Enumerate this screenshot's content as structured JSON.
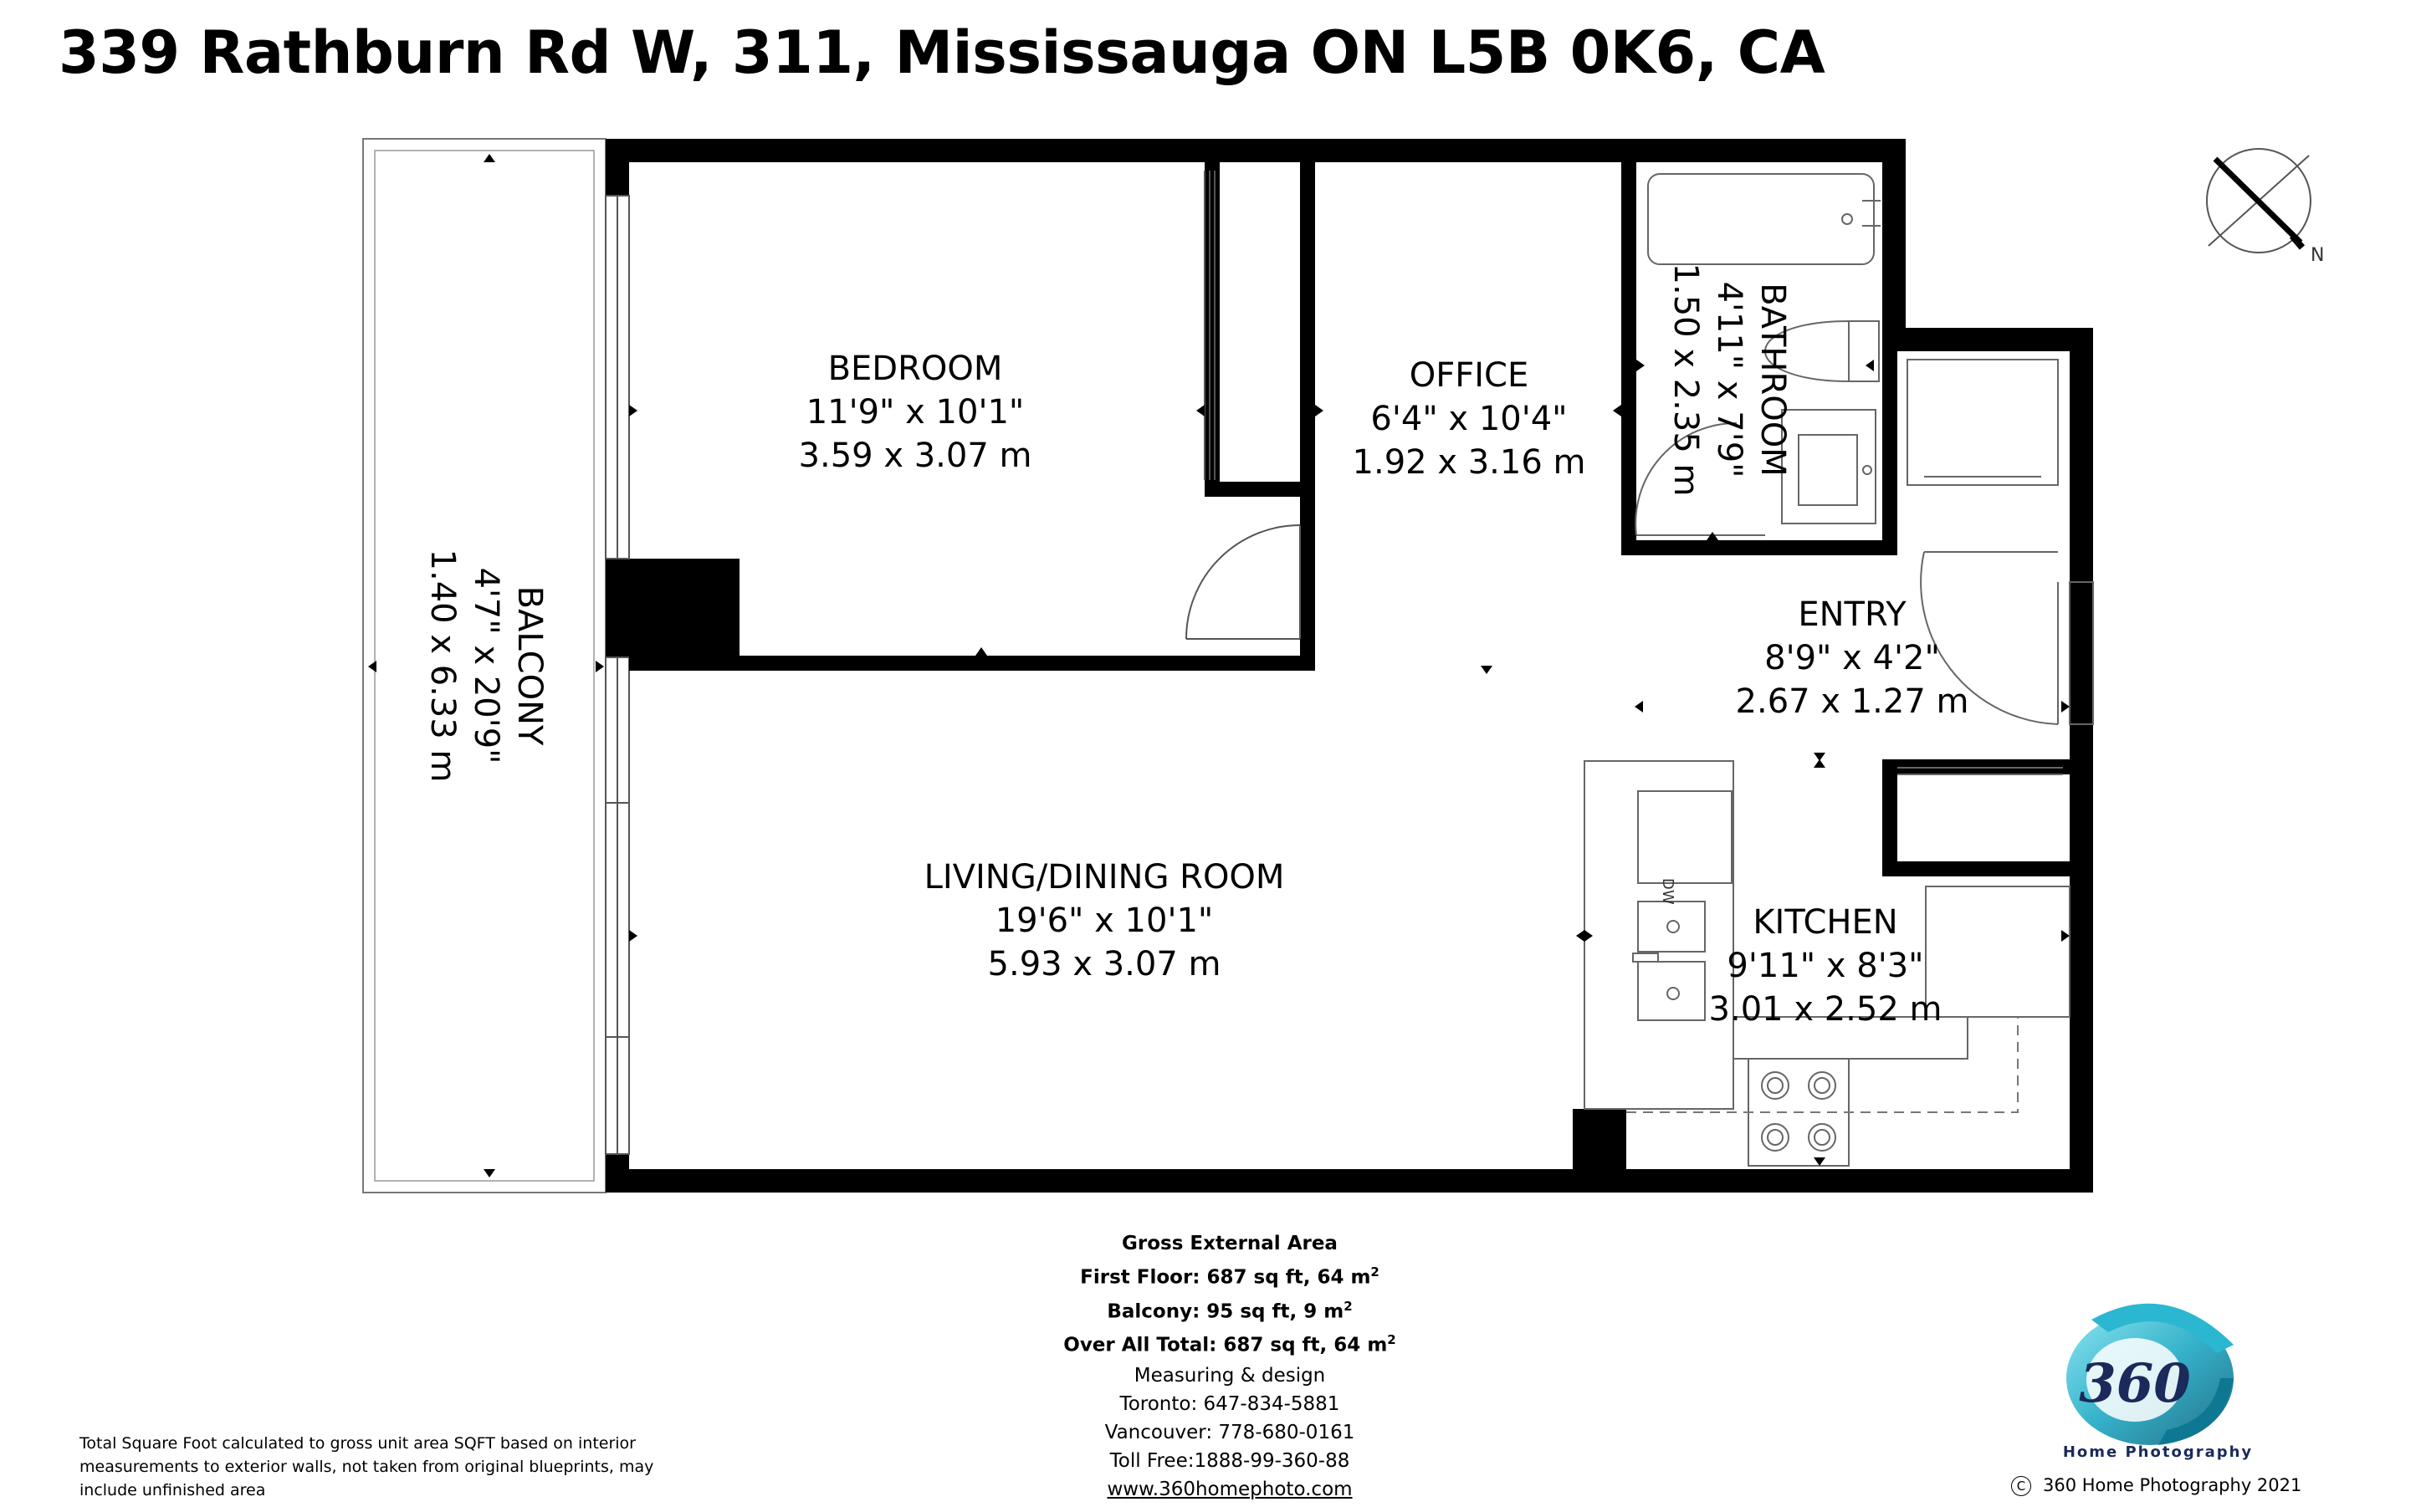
{
  "title": "339 Rathburn Rd W, 311, Mississauga ON L5B 0K6, CA",
  "rooms": {
    "bedroom": {
      "name": "BEDROOM",
      "imperial": "11'9\" x 10'1\"",
      "metric": "3.59 x 3.07 m"
    },
    "office": {
      "name": "OFFICE",
      "imperial": "6'4\" x 10'4\"",
      "metric": "1.92 x 3.16 m"
    },
    "bathroom": {
      "name": "BATHROOM",
      "imperial": "4'11\" x 7'9\"",
      "metric": "1.50 x 2.35 m"
    },
    "entry": {
      "name": "ENTRY",
      "imperial": "8'9\" x 4'2\"",
      "metric": "2.67 x 1.27 m"
    },
    "living": {
      "name": "LIVING/DINING ROOM",
      "imperial": "19'6\" x 10'1\"",
      "metric": "5.93 x 3.07 m"
    },
    "kitchen": {
      "name": "KITCHEN",
      "imperial": "9'11\" x 8'3\"",
      "metric": "3.01 x 2.52 m"
    },
    "balcony": {
      "name": "BALCONY",
      "imperial": "4'7\" x 20'9\"",
      "metric": "1.40 x 6.33 m"
    }
  },
  "fixtures": {
    "dishwasher": "DW"
  },
  "compass": {
    "label": "N"
  },
  "area": {
    "heading": "Gross External Area",
    "first_floor": "First Floor: 687 sq ft, 64 m",
    "balcony": "Balcony: 95 sq ft, 9 m",
    "overall": "Over All Total: 687 sq ft, 64 m",
    "superscript": "2"
  },
  "contact": {
    "line1": "Measuring & design",
    "toronto": "Toronto: 647-834-5881",
    "vancouver": "Vancouver: 778-680-0161",
    "tollfree": "Toll Free:1888-99-360-88",
    "website": "www.360homephoto.com"
  },
  "disclaimer": "Total Square Foot calculated to gross unit area SQFT based on interior measurements to exterior walls, not taken from original blueprints, may include unfinished area",
  "logo": {
    "number": "360",
    "text": "Home Photography"
  },
  "copyright": {
    "symbol": "C",
    "text": "360 Home Photography 2021"
  }
}
